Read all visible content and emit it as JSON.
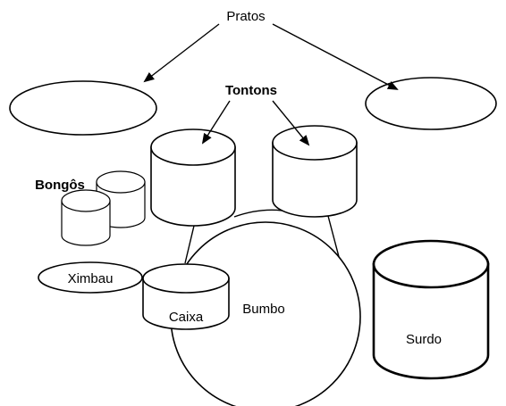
{
  "labels": {
    "pratos": "Pratos",
    "tontons": "Tontons",
    "bongos": "Bongôs",
    "ximbau": "Ximbau",
    "caixa": "Caixa",
    "bumbo": "Bumbo",
    "surdo": "Surdo"
  },
  "colors": {
    "stroke": "#000000",
    "fill": "#ffffff"
  }
}
